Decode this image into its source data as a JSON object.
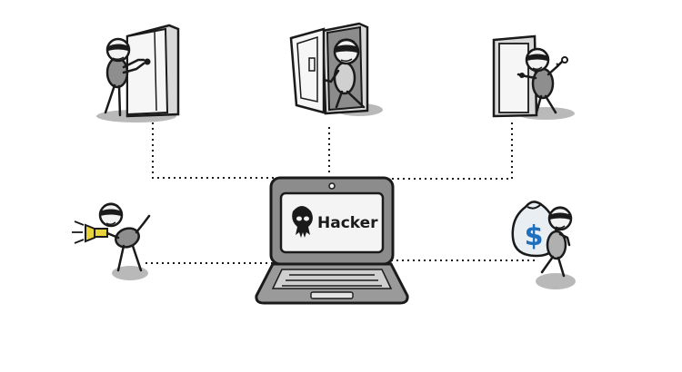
{
  "screen": {
    "label": "Hacker",
    "icon": "skull-icon"
  },
  "figures": [
    {
      "name": "burglar-picking-lock",
      "icon": "lockpick-door-icon"
    },
    {
      "name": "burglar-sneaking-through-door",
      "icon": "open-door-icon"
    },
    {
      "name": "burglar-with-key",
      "icon": "key-door-icon"
    },
    {
      "name": "burglar-with-flashlight",
      "icon": "flashlight-icon"
    },
    {
      "name": "burglar-with-money-bag",
      "icon": "money-bag-icon"
    }
  ],
  "money_symbol": "$",
  "colors": {
    "ink": "#1a1a1a",
    "shadow": "#b9b9b9",
    "laptop_body": "#9a9a9a",
    "screen": "#f4f4f4",
    "bag": "#e9eef3",
    "dollar": "#1f6fbf",
    "flashlight": "#e9d33a"
  }
}
